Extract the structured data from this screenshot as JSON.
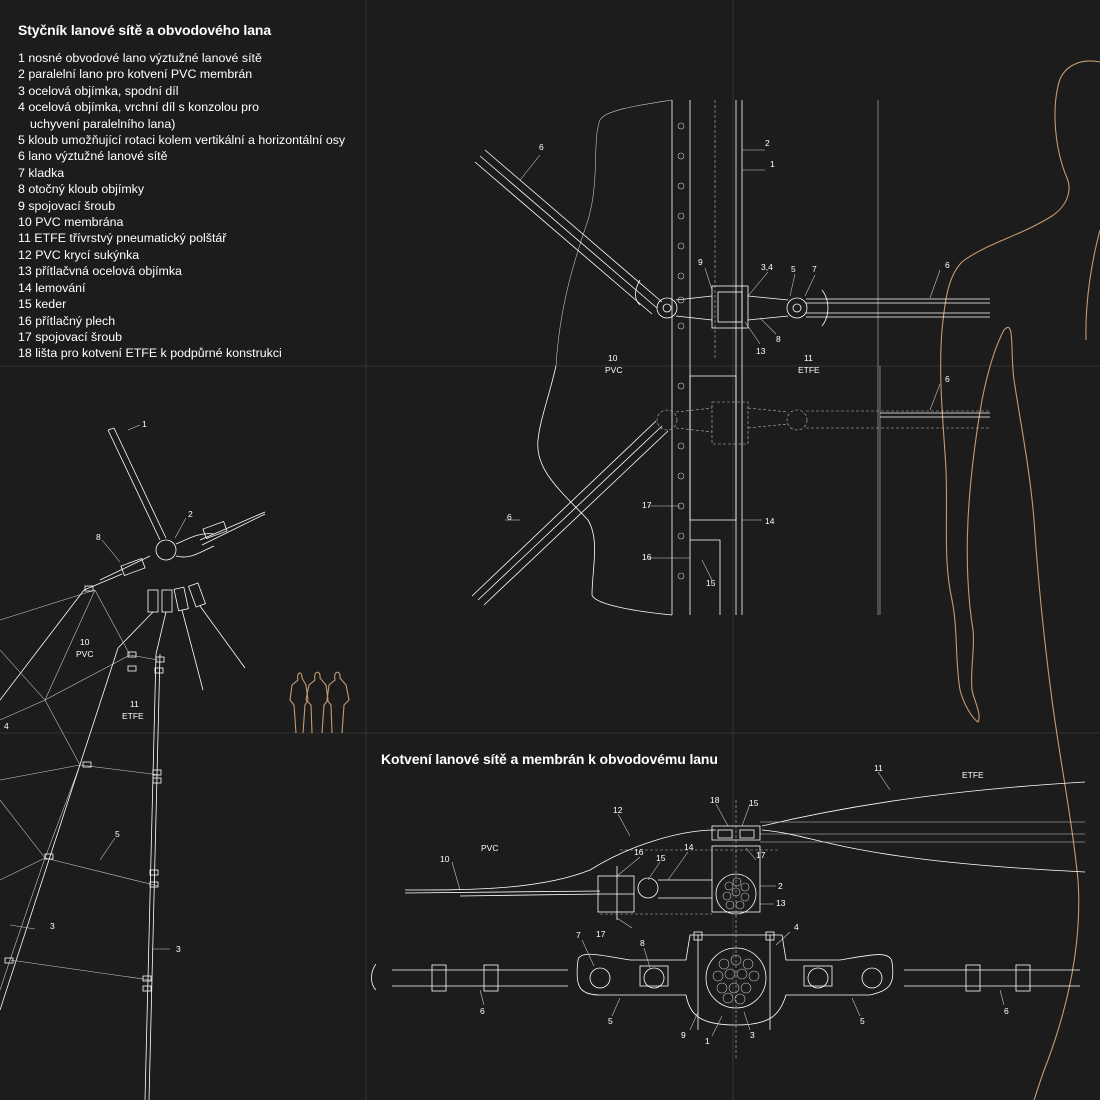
{
  "titles": {
    "main": "Styčník lanové sítě a obvodového lana",
    "anchoring": "Kotvení lanové sítě a membrán k obvodovému lanu"
  },
  "legend": [
    {
      "text": "1  nosné obvodové lano výztužné lanové sítě",
      "indent": false
    },
    {
      "text": "2  paralelní lano pro kotvení PVC membrán",
      "indent": false
    },
    {
      "text": "3  ocelová objímka, spodní díl",
      "indent": false
    },
    {
      "text": "4  ocelová objímka, vrchní díl s konzolou pro",
      "indent": false
    },
    {
      "text": "uchyvení paralelního lana)",
      "indent": true
    },
    {
      "text": "5  kloub umožňující rotaci kolem vertikální a horizontální osy",
      "indent": false
    },
    {
      "text": "6  lano výztužné lanové sítě",
      "indent": false
    },
    {
      "text": "7  kladka",
      "indent": false
    },
    {
      "text": "8  otočný kloub objímky",
      "indent": false
    },
    {
      "text": "9  spojovací šroub",
      "indent": false
    },
    {
      "text": "10  PVC membrána",
      "indent": false
    },
    {
      "text": "11  ETFE třívrstvý pneumatický polštář",
      "indent": false
    },
    {
      "text": "12  PVC krycí sukýnka",
      "indent": false
    },
    {
      "text": "13  přítlačvná ocelová objímka",
      "indent": false
    },
    {
      "text": "14  lemování",
      "indent": false
    },
    {
      "text": "15  keder",
      "indent": false
    },
    {
      "text": "16  přítlačný plech",
      "indent": false
    },
    {
      "text": "17 spojovací šroub",
      "indent": false
    },
    {
      "text": "18 lišta pro kotvení ETFE k podpůrné konstrukci",
      "indent": false
    }
  ],
  "materials": {
    "pvc": "PVC",
    "etfe": "ETFE",
    "pvc_num": "10",
    "etfe_num": "11"
  },
  "callouts": {
    "n1": "1",
    "n2": "2",
    "n3": "3",
    "n4": "4",
    "n5": "5",
    "n6": "6",
    "n7": "7",
    "n8": "8",
    "n9": "9",
    "n10": "10",
    "n11": "11",
    "n12": "12",
    "n13": "13",
    "n14": "14",
    "n15": "15",
    "n16": "16",
    "n17": "17",
    "n18": "18",
    "n34": "3,4"
  },
  "colors": {
    "background": "#1c1c1c",
    "linework": "#ffffff",
    "human_figure": "#c59a72",
    "guides": "#3a3a3a"
  }
}
